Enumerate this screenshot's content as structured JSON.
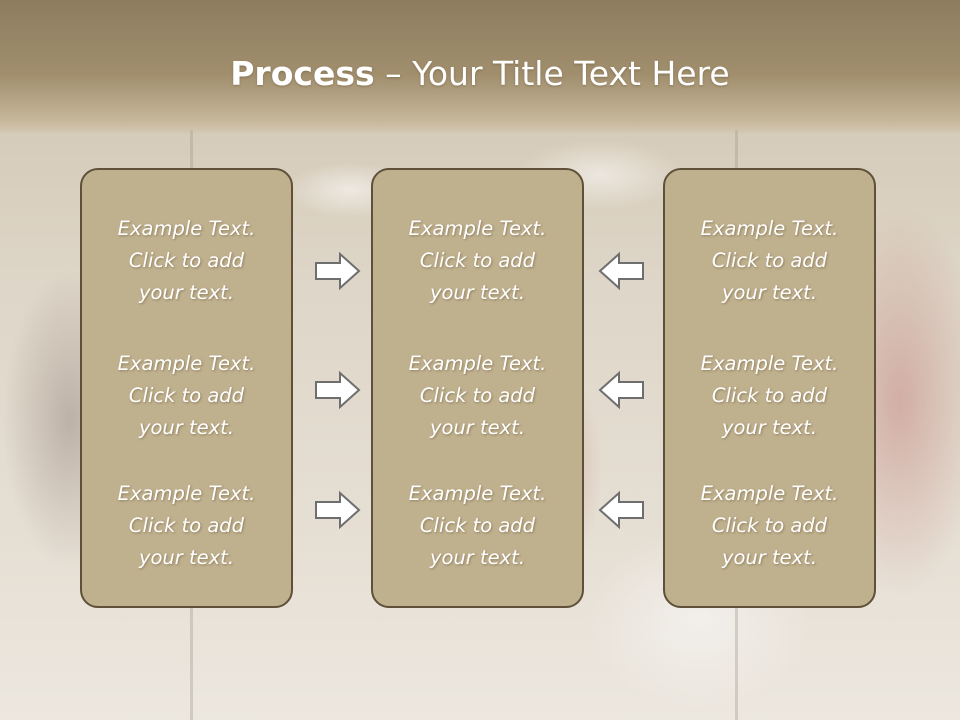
{
  "title": {
    "bold": "Process",
    "rest": " – Your Title Text Here"
  },
  "columns": [
    {
      "items": [
        [
          "Example Text.",
          "Click  to add",
          "your text."
        ],
        [
          "Example Text.",
          "Click  to add",
          "your text."
        ],
        [
          "Example Text.",
          "Click  to add",
          "your text."
        ]
      ]
    },
    {
      "items": [
        [
          "Example Text.",
          "Click  to add",
          "your text."
        ],
        [
          "Example Text.",
          "Click  to add",
          "your text."
        ],
        [
          "Example Text.",
          "Click  to add",
          "your text."
        ]
      ]
    },
    {
      "items": [
        [
          "Example Text.",
          "Click  to add",
          "your text."
        ],
        [
          "Example Text.",
          "Click  to add",
          "your text."
        ],
        [
          "Example Text.",
          "Click  to add",
          "your text."
        ]
      ]
    }
  ],
  "arrows": {
    "left_group": "right-arrow-icon",
    "right_group": "left-arrow-icon"
  },
  "colors": {
    "header": "#9a8868",
    "box_fill": "#bfb08e",
    "box_border": "#5f5139",
    "text": "#ffffff"
  }
}
